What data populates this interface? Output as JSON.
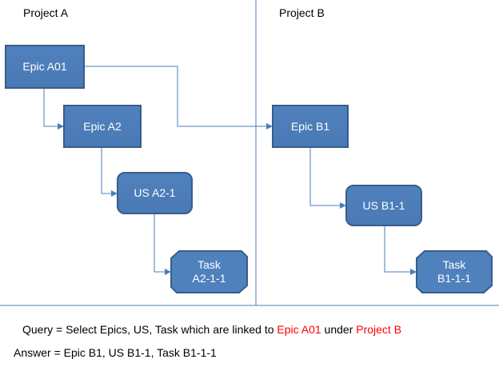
{
  "header": {
    "project_a": "Project A",
    "project_b": "Project B"
  },
  "nodes": {
    "epic_a01": "Epic A01",
    "epic_a2": "Epic A2",
    "us_a2_1": "US A2-1",
    "task_a2_1_1": {
      "line1": "Task",
      "line2": "A2-1-1"
    },
    "epic_b1": "Epic B1",
    "us_b1_1": "US B1-1",
    "task_b1_1_1": {
      "line1": "Task",
      "line2": "B1-1-1"
    }
  },
  "query": {
    "prefix": "Query = Select Epics, US, Task which are linked to ",
    "highlight1": "Epic A01",
    "middle": " under ",
    "highlight2": "Project B"
  },
  "answer": {
    "text": "Answer = Epic B1, US B1-1, Task B1-1-1"
  },
  "colors": {
    "node_fill": "#4f81bd",
    "node_border": "#385d8a",
    "connector": "#4a7ebb",
    "highlight": "#ff0000"
  }
}
